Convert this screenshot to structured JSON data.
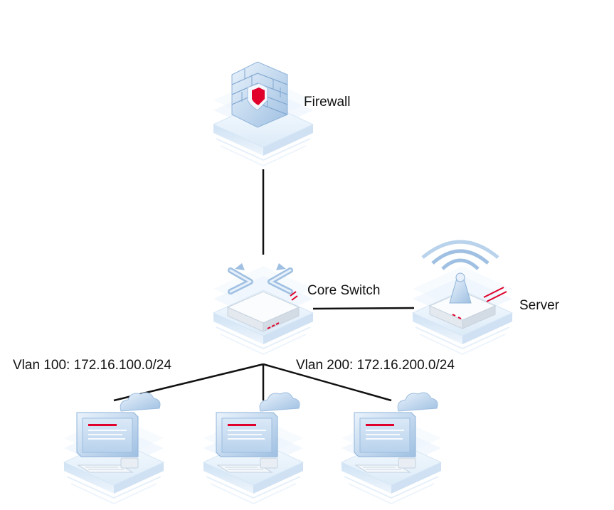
{
  "nodes": {
    "firewall": {
      "label": "Firewall",
      "icon": "firewall-icon"
    },
    "core_switch": {
      "label": "Core Switch",
      "icon": "switch-icon"
    },
    "server": {
      "label": "Server",
      "icon": "wireless-server-icon"
    },
    "clients": [
      {
        "icon": "computer-cloud-icon"
      },
      {
        "icon": "computer-cloud-icon"
      },
      {
        "icon": "computer-cloud-icon"
      }
    ]
  },
  "vlans": [
    {
      "label": "Vlan 100: 172.16.100.0/24"
    },
    {
      "label": "Vlan 200: 172.16.200.0/24"
    }
  ],
  "colors": {
    "accent": "#e0002b",
    "device_blue": "#a8c8e8",
    "base_blue": "#d9e9f7",
    "link": "#111111"
  }
}
